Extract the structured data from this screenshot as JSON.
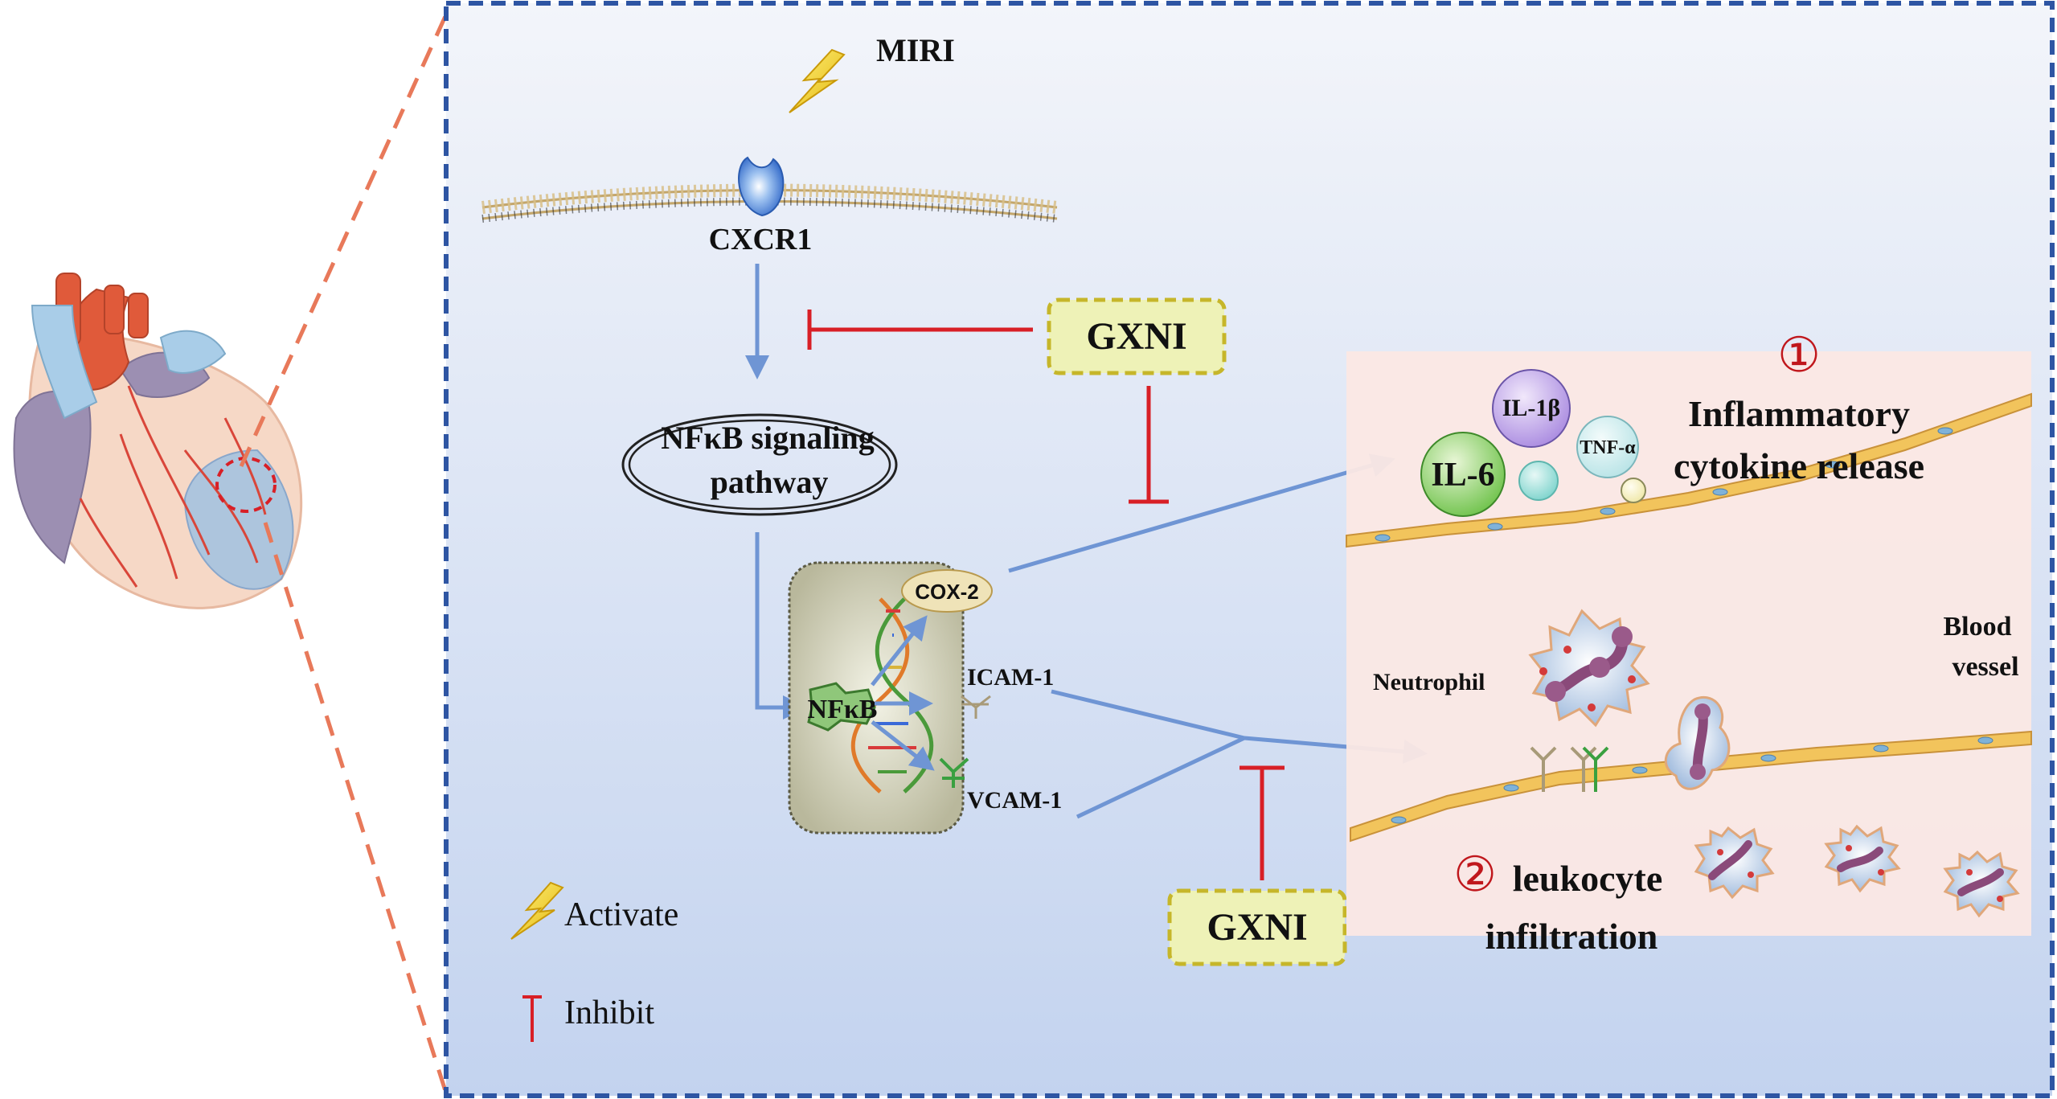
{
  "stimulus": {
    "label": "MIRI"
  },
  "receptor": {
    "label": "CXCR1"
  },
  "pathway": {
    "line1": "NFκB signaling",
    "line2": "pathway"
  },
  "nucleus": {
    "factor_label": "NFκB"
  },
  "genes": {
    "cox2": "COX-2",
    "icam1": "ICAM-1",
    "vcam1": "VCAM-1"
  },
  "drug": {
    "label_top": "GXNI",
    "label_bottom": "GXNI"
  },
  "outcome1": {
    "number": "①",
    "line1": "Inflammatory",
    "line2": "cytokine release",
    "cytokines": {
      "il1b": "IL-1β",
      "il6": "IL-6",
      "tnfa": "TNF-α"
    }
  },
  "outcome2": {
    "number": "②",
    "line1": "leukocyte",
    "line2": "infiltration",
    "neutrophil_label": "Neutrophil",
    "vessel_line1": "Blood",
    "vessel_line2": "vessel"
  },
  "legend": {
    "activate": "Activate",
    "inhibit": "Inhibit"
  },
  "colors": {
    "activation_arrow": "#6f95d4",
    "inhibition": "#d81f26",
    "frame": "#2e55a3",
    "zoom_line": "#e8795a",
    "drug_box_fill": "#eef2b7",
    "drug_box_border": "#c6b62a",
    "number_color": "#c0171c"
  }
}
